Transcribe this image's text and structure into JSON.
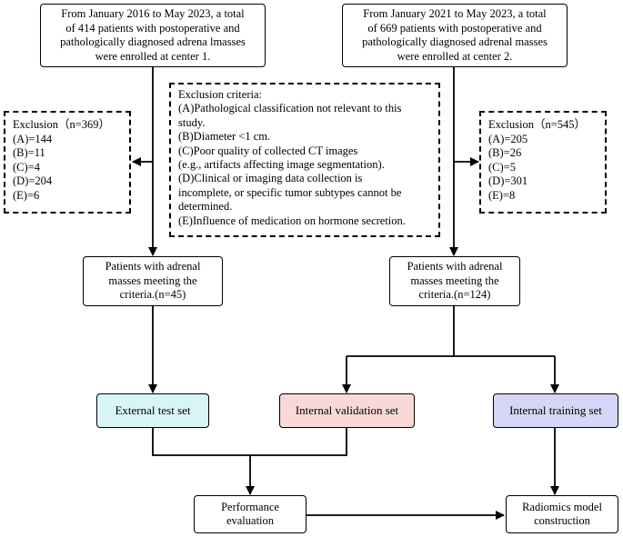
{
  "center1": {
    "lines": [
      "From January 2016 to May 2023, a total",
      "of 414 patients with postoperative and",
      "pathologically diagnosed adrena lmasses",
      "were enrolled at center 1."
    ]
  },
  "center2": {
    "lines": [
      "From January 2021 to May 2023, a total",
      "of 669 patients with postoperative and",
      "pathologically diagnosed adrenal masses",
      "were enrolled at center 2."
    ]
  },
  "criteria": {
    "lines": [
      "Exclusion criteria:",
      "(A)Pathological classification not relevant to this",
      "study.",
      "(B)Diameter <1 cm.",
      "(C)Poor quality of collected CT images",
      "(e.g., artifacts affecting image segmentation).",
      "(D)Clinical or imaging data collection is",
      "incomplete, or specific tumor subtypes cannot be",
      "determined.",
      "(E)Influence of medication on hormone secretion."
    ]
  },
  "exclusion1": {
    "lines": [
      "Exclusion（n=369）",
      "(A)=144",
      "(B)=11",
      "(C)=4",
      "(D)=204",
      "(E)=6"
    ]
  },
  "exclusion2": {
    "lines": [
      "Exclusion（n=545）",
      "(A)=205",
      "(B)=26",
      "(C)=5",
      "(D)=301",
      "(E)=8"
    ]
  },
  "meeting1": {
    "lines": [
      "Patients with adrenal",
      "masses meeting the",
      "criteria.(n=45)"
    ]
  },
  "meeting2": {
    "lines": [
      "Patients with adrenal",
      "masses meeting the",
      "criteria.(n=124)"
    ]
  },
  "sets": {
    "external": {
      "label": "External test set",
      "color": "#d9f4f4"
    },
    "validation": {
      "label": "Internal validation set",
      "color": "#f9d9d6"
    },
    "training": {
      "label": "Internal training set",
      "color": "#d6d6f6"
    }
  },
  "performance": {
    "lines": [
      "Performance",
      "evaluation"
    ]
  },
  "radiomics": {
    "lines": [
      "Radiomics model",
      "construction"
    ]
  }
}
